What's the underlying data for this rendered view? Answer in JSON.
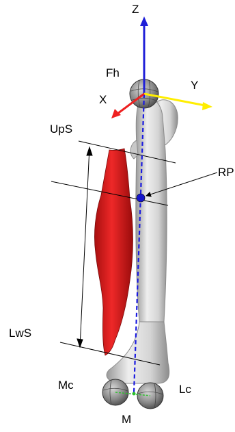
{
  "figure": {
    "labels": {
      "z_axis": "Z",
      "y_axis": "Y",
      "x_axis": "X",
      "femoral_head": "Fh",
      "upper_section": "UpS",
      "reference_point": "RP",
      "lower_section": "LwS",
      "medial_condyle": "Mc",
      "lateral_condyle": "Lc",
      "midpoint": "M"
    },
    "colors": {
      "z_axis": "#1f1fd8",
      "y_axis": "#ffee00",
      "x_axis": "#ee2020",
      "muscle": "#dd1a1a",
      "bone": "#d6d6d6",
      "mech_axis": "#1a1ae0",
      "condyle_marker": "#2ec02e"
    },
    "icons": [
      "coordinate-frame",
      "femur-bone",
      "muscle",
      "reference-point-marker"
    ]
  }
}
